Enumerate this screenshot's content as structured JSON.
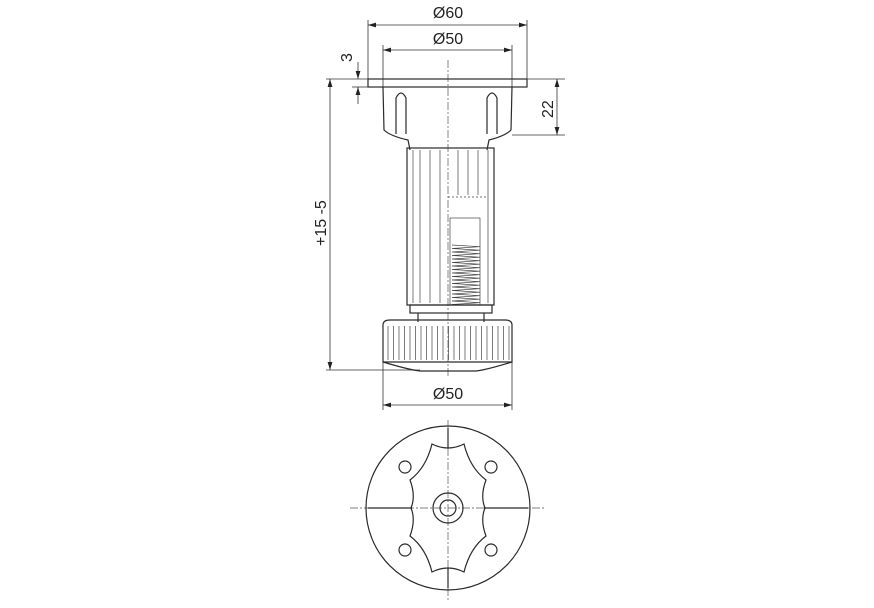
{
  "drawing": {
    "dimensions": {
      "top_outer_diameter": "Ø60",
      "top_inner_diameter": "Ø50",
      "plate_thickness": "3",
      "cup_height": "22",
      "height_adjustment": "+15 -5",
      "base_diameter": "Ø50"
    },
    "colors": {
      "line": "#2a2a2a",
      "background": "#ffffff"
    }
  }
}
